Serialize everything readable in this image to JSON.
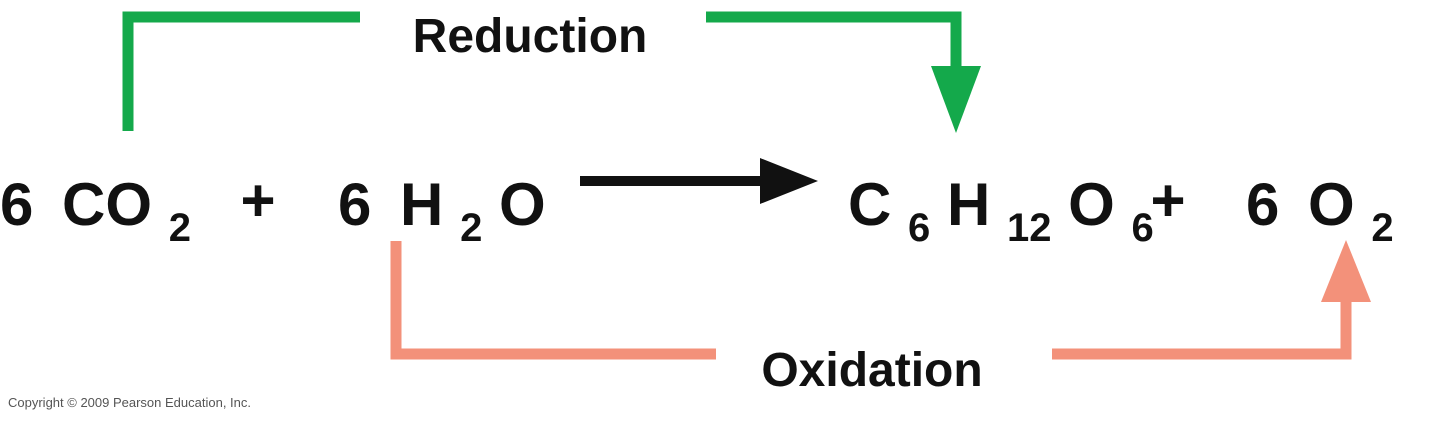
{
  "colors": {
    "reduction": "#14a94b",
    "oxidation": "#f3917a",
    "reaction_arrow": "#111111",
    "text": "#111111"
  },
  "labels": {
    "reduction": "Reduction",
    "oxidation": "Oxidation"
  },
  "equation": {
    "co2_coef": "6",
    "co2_main": "CO",
    "co2_sub": "2",
    "plus": "+",
    "h2o_coef": "6",
    "h2o_h": "H",
    "h2o_sub": "2",
    "h2o_o": "O",
    "glucose_c": "C",
    "glucose_c_sub": "6",
    "glucose_h": "H",
    "glucose_h_sub": "12",
    "glucose_o": "O",
    "glucose_o_sub": "6",
    "o2_coef": "6",
    "o2_main": "O",
    "o2_sub": "2"
  },
  "copyright": "Copyright © 2009 Pearson Education, Inc.",
  "icons": {
    "reaction_arrow": "right-arrow-icon",
    "reduction_arrow": "down-arrow-icon",
    "oxidation_arrow": "up-arrow-icon"
  }
}
